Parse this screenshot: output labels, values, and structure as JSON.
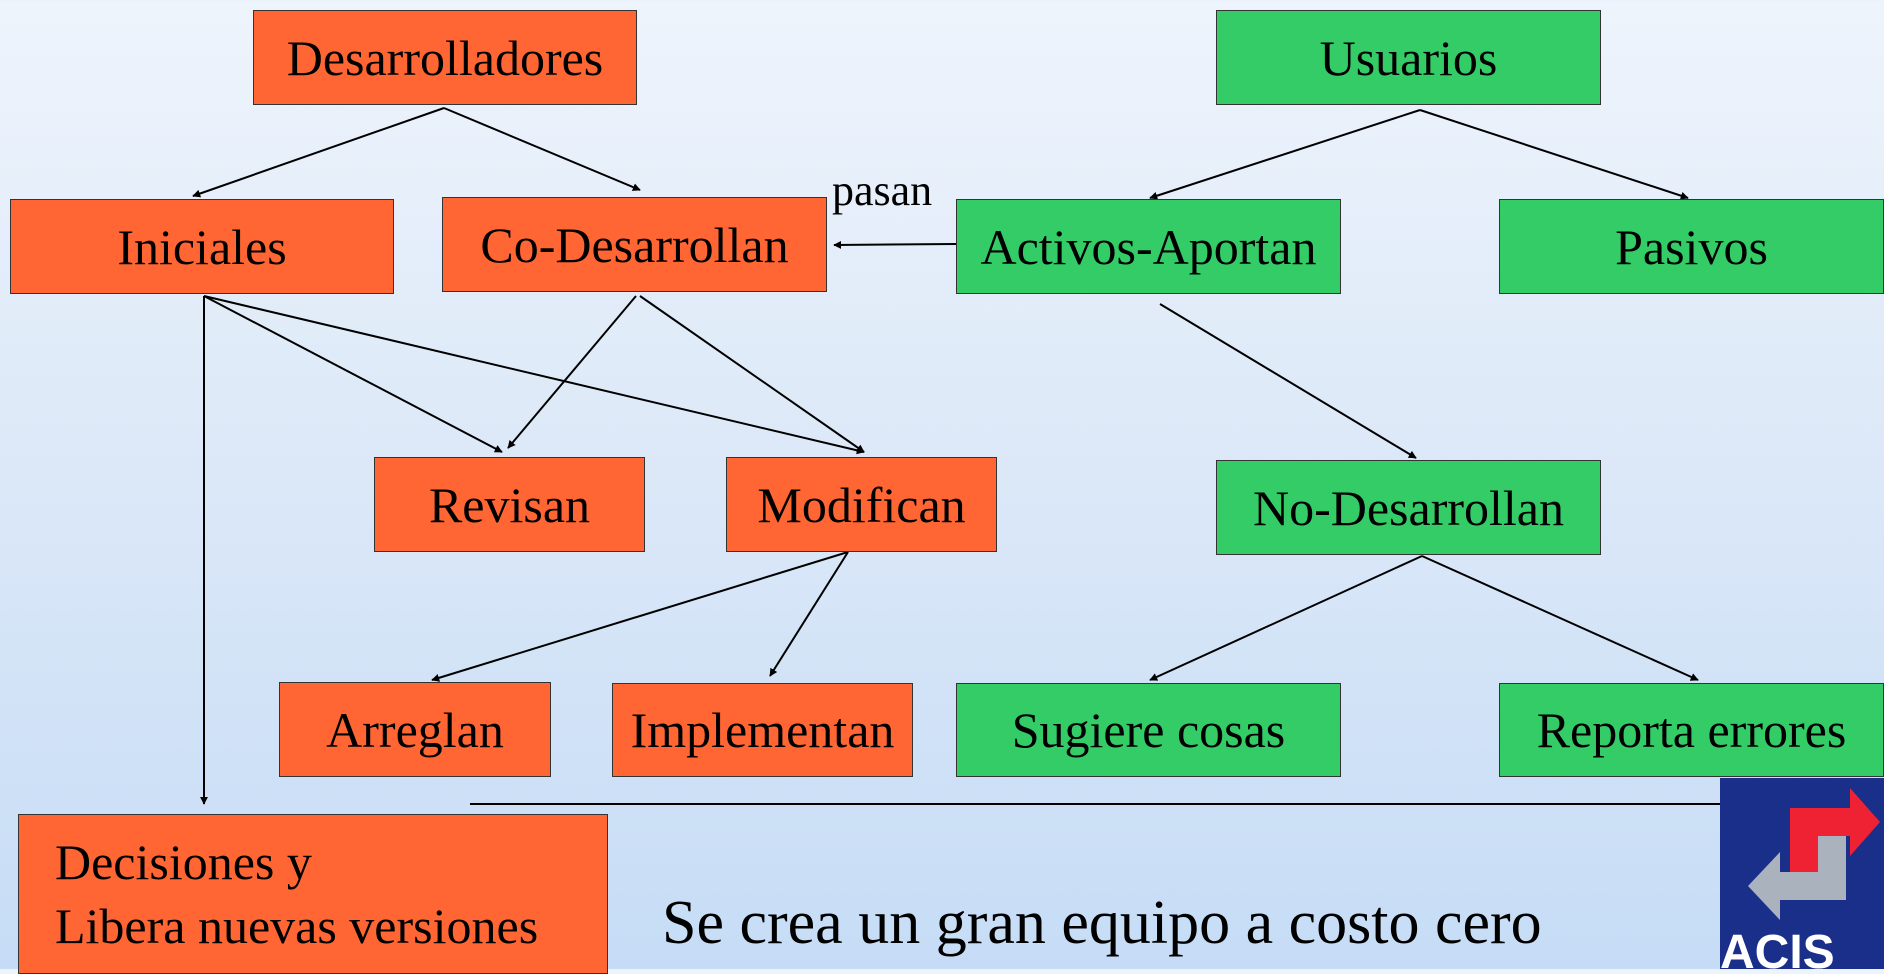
{
  "developers": {
    "root": "Desarrolladores",
    "initials": "Iniciales",
    "co_develop": "Co-Desarrollan",
    "review": "Revisan",
    "modify": "Modifican",
    "fix": "Arreglan",
    "implement": "Implementan",
    "decisions_line1": "Decisiones y",
    "decisions_line2": "Libera nuevas versiones"
  },
  "users": {
    "root": "Usuarios",
    "active": "Activos-Aportan",
    "passive": "Pasivos",
    "non_develop": "No-Desarrollan",
    "suggest": "Sugiere cosas",
    "report": "Reporta errores"
  },
  "edge_label_pasan": "pasan",
  "caption": "Se crea un gran equipo a costo cero",
  "logo_text": "ACIS",
  "colors": {
    "developer_box": "#ff6633",
    "user_box": "#33cc66",
    "logo_blue": "#1a2f8a",
    "logo_red": "#ee2233",
    "logo_gray": "#aab2bd"
  }
}
